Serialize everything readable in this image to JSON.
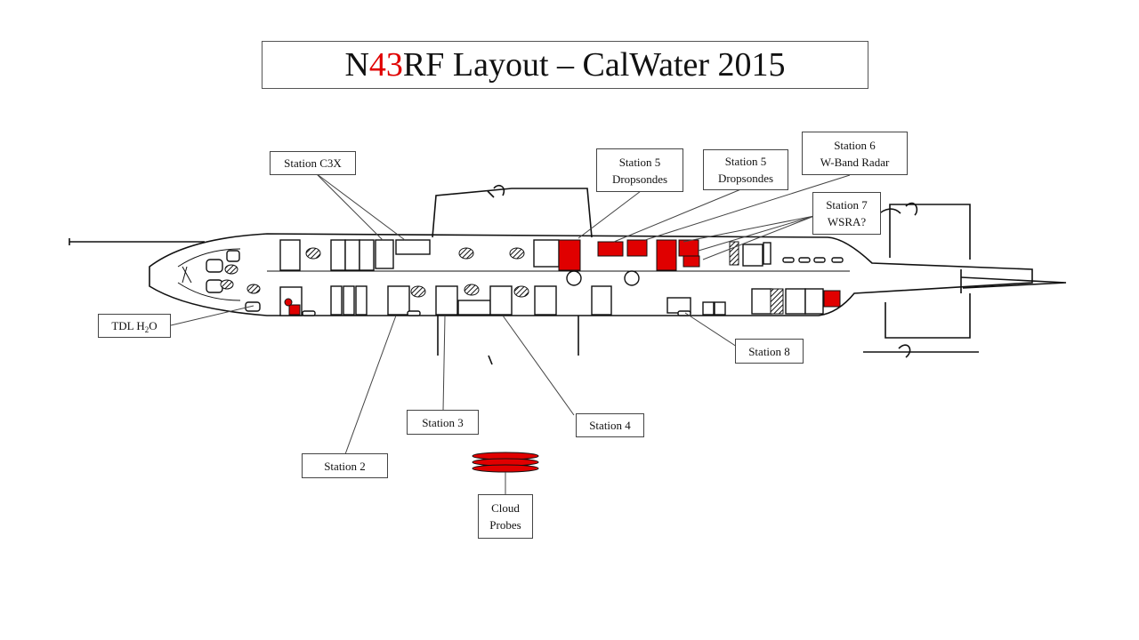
{
  "title": {
    "prefix": "N",
    "accent": "43",
    "suffix": "RF Layout – CalWater 2015",
    "accent_color": "#e00000"
  },
  "labels": {
    "station_c3x": "Station C3X",
    "station_5a_line1": "Station 5",
    "station_5a_line2": "Dropsondes",
    "station_5b_line1": "Station 5",
    "station_5b_line2": "Dropsondes",
    "station_6_line1": "Station 6",
    "station_6_line2": "W-Band Radar",
    "station_7_line1": "Station 7",
    "station_7_line2": "WSRA?",
    "tdl_prefix": "TDL H",
    "tdl_sub1": "2",
    "tdl_o": "O",
    "station_8": "Station 8",
    "station_3": "Station 3",
    "station_4": "Station 4",
    "station_2": "Station 2",
    "cloud_line1": "Cloud",
    "cloud_line2": "Probes"
  },
  "colors": {
    "equipment": "#e00000",
    "outline": "#111111"
  }
}
